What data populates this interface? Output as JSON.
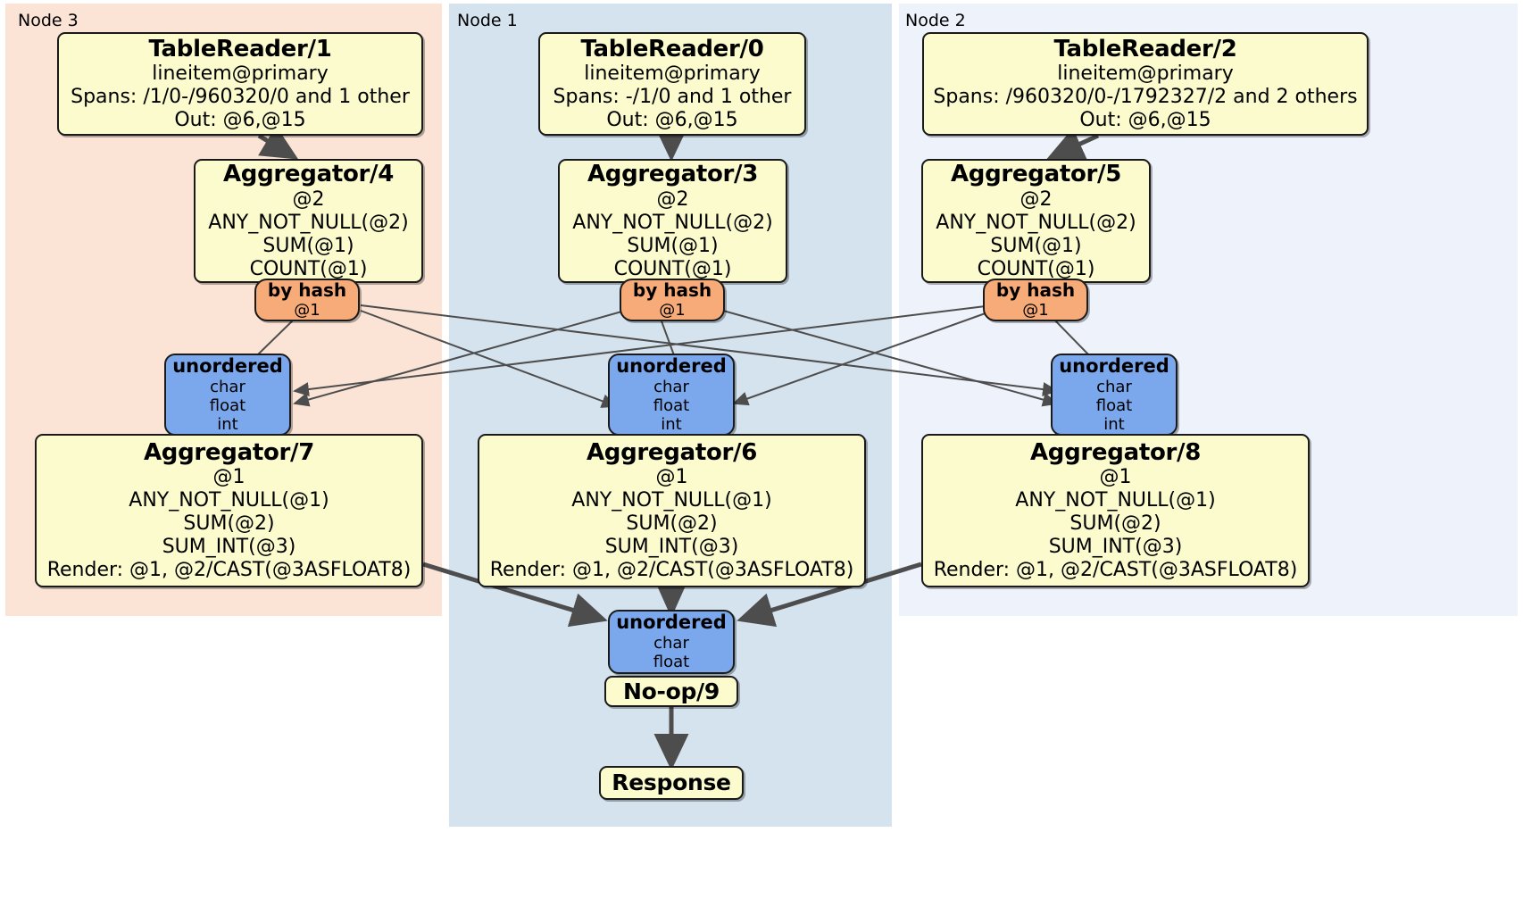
{
  "diagram": {
    "type": "distributed-query-plan",
    "background": "#ffffff",
    "colors": {
      "processor_fill": "#fbfbcd",
      "router_fill": "#f7ab78",
      "synchronizer_fill": "#7ba7ec",
      "node3_region": "#fbe4d6",
      "node1_region": "#d5e3ef",
      "node2_region": "#eef2fb",
      "edge": "#4d4d4d",
      "border": "#1a1a1a"
    }
  },
  "regions": [
    {
      "id": "node3",
      "label": "Node 3",
      "fill": "#fbe4d6"
    },
    {
      "id": "node1",
      "label": "Node 1",
      "fill": "#d5e3ef"
    },
    {
      "id": "node2",
      "label": "Node 2",
      "fill": "#eef2fb"
    }
  ],
  "boxes": {
    "tablereader1": {
      "title": "TableReader/1",
      "lines": [
        "lineitem@primary",
        "Spans: /1/0-/960320/0 and 1 other",
        "Out: @6,@15"
      ]
    },
    "tablereader0": {
      "title": "TableReader/0",
      "lines": [
        "lineitem@primary",
        "Spans: -/1/0 and 1 other",
        "Out: @6,@15"
      ]
    },
    "tablereader2": {
      "title": "TableReader/2",
      "lines": [
        "lineitem@primary",
        "Spans: /960320/0-/1792327/2 and 2 others",
        "Out: @6,@15"
      ]
    },
    "aggregator4": {
      "title": "Aggregator/4",
      "lines": [
        "@2",
        "ANY_NOT_NULL(@2)",
        "SUM(@1)",
        "COUNT(@1)"
      ]
    },
    "aggregator3": {
      "title": "Aggregator/3",
      "lines": [
        "@2",
        "ANY_NOT_NULL(@2)",
        "SUM(@1)",
        "COUNT(@1)"
      ]
    },
    "aggregator5": {
      "title": "Aggregator/5",
      "lines": [
        "@2",
        "ANY_NOT_NULL(@2)",
        "SUM(@1)",
        "COUNT(@1)"
      ]
    },
    "byhash_left": {
      "title": "by hash",
      "lines": [
        "@1"
      ]
    },
    "byhash_center": {
      "title": "by hash",
      "lines": [
        "@1"
      ]
    },
    "byhash_right": {
      "title": "by hash",
      "lines": [
        "@1"
      ]
    },
    "unordered_left": {
      "title": "unordered",
      "lines": [
        "char",
        "float",
        "int"
      ]
    },
    "unordered_center": {
      "title": "unordered",
      "lines": [
        "char",
        "float",
        "int"
      ]
    },
    "unordered_right": {
      "title": "unordered",
      "lines": [
        "char",
        "float",
        "int"
      ]
    },
    "aggregator7": {
      "title": "Aggregator/7",
      "lines": [
        "@1",
        "ANY_NOT_NULL(@1)",
        "SUM(@2)",
        "SUM_INT(@3)",
        "Render: @1, @2/CAST(@3ASFLOAT8)"
      ]
    },
    "aggregator6": {
      "title": "Aggregator/6",
      "lines": [
        "@1",
        "ANY_NOT_NULL(@1)",
        "SUM(@2)",
        "SUM_INT(@3)",
        "Render: @1, @2/CAST(@3ASFLOAT8)"
      ]
    },
    "aggregator8": {
      "title": "Aggregator/8",
      "lines": [
        "@1",
        "ANY_NOT_NULL(@1)",
        "SUM(@2)",
        "SUM_INT(@3)",
        "Render: @1, @2/CAST(@3ASFLOAT8)"
      ]
    },
    "unordered_final": {
      "title": "unordered",
      "lines": [
        "char",
        "float"
      ]
    },
    "noop9": {
      "title": "No-op/9",
      "lines": []
    },
    "response": {
      "title": "Response",
      "lines": []
    }
  }
}
